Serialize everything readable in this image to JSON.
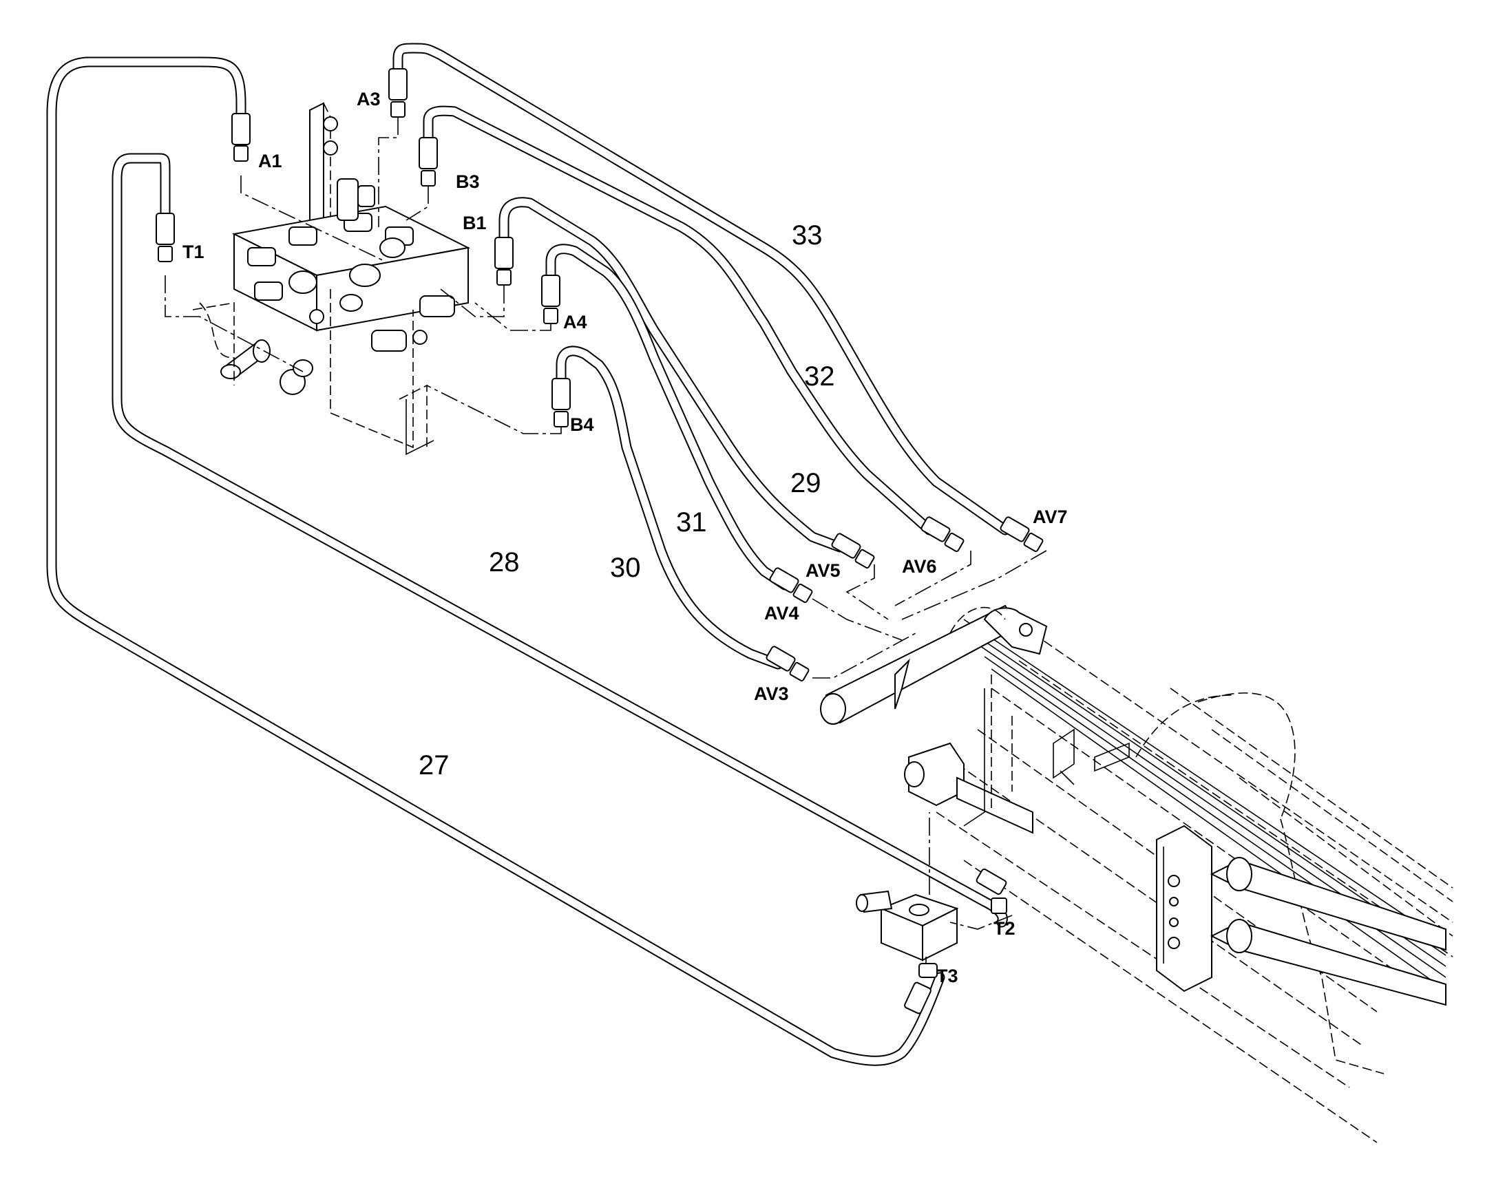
{
  "port_labels": {
    "A1": "A1",
    "A3": "A3",
    "B3": "B3",
    "B1": "B1",
    "T1": "T1",
    "A4": "A4",
    "B4": "B4",
    "AV3": "AV3",
    "AV4": "AV4",
    "AV5": "AV5",
    "AV6": "AV6",
    "AV7": "AV7",
    "T2": "T2",
    "T3": "T3"
  },
  "hose_numbers": {
    "h27": "27",
    "h28": "28",
    "h29": "29",
    "h30": "30",
    "h31": "31",
    "h32": "32",
    "h33": "33"
  }
}
